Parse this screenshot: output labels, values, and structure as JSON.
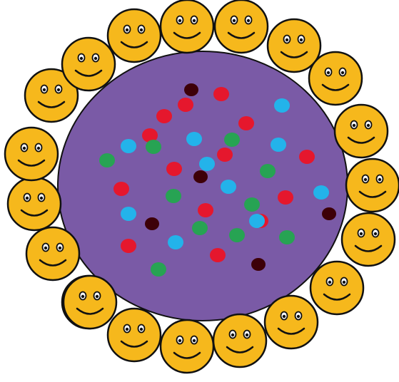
{
  "colors": {
    "background": "#ffffff",
    "circle_fill": "#7a5aa6",
    "smiley_fill": "#f6b81c",
    "outline": "#111111",
    "dot_red": "#e5172d",
    "dot_blue": "#23b3ea",
    "dot_green": "#27a353",
    "dot_dark": "#3d0008"
  },
  "smiley_count": 20,
  "dots": {
    "red_count": 14,
    "blue_count": 10,
    "green_count": 10,
    "dark_count": 5
  }
}
